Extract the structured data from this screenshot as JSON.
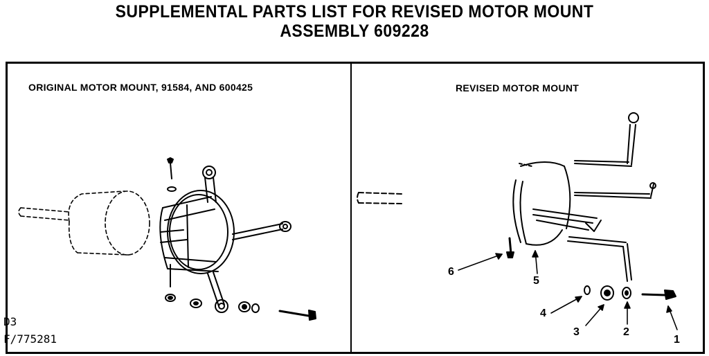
{
  "title": {
    "line1": "SUPPLEMENTAL PARTS LIST FOR REVISED MOTOR MOUNT",
    "line2": "ASSEMBLY 609228"
  },
  "left_panel": {
    "heading": "ORIGINAL MOTOR MOUNT, 91584, AND 600425"
  },
  "right_panel": {
    "heading": "REVISED MOTOR MOUNT",
    "callouts": [
      "1",
      "2",
      "3",
      "4",
      "5",
      "6"
    ]
  },
  "codes": {
    "d3": "D3",
    "f": "F/775281"
  }
}
